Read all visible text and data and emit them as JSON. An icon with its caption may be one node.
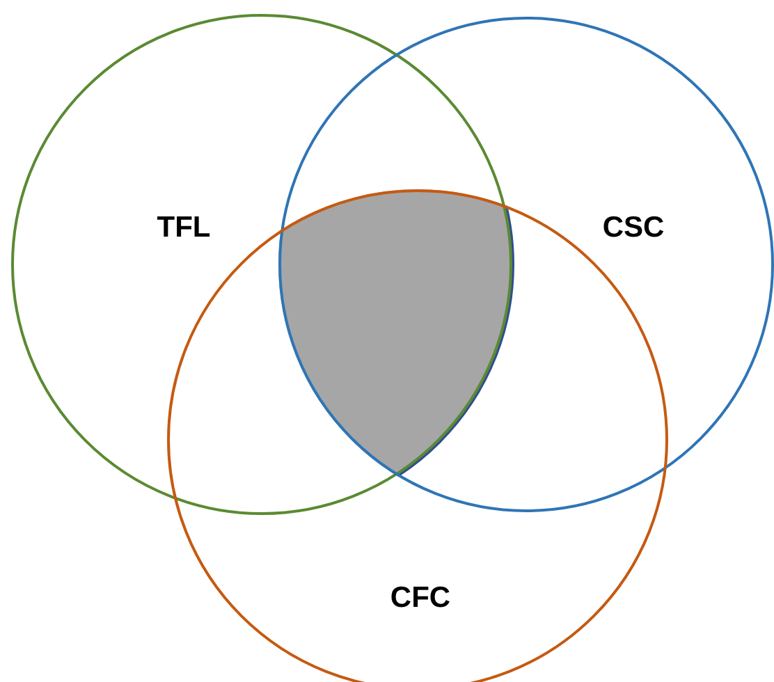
{
  "diagram": {
    "nodes": [
      {
        "text": [
          "TFL"
        ]
      },
      {
        "text": [
          "CSC"
        ]
      },
      {
        "text": [
          "CFC"
        ]
      },
      {
        "text": [],
        "shape": "region"
      }
    ]
  }
}
